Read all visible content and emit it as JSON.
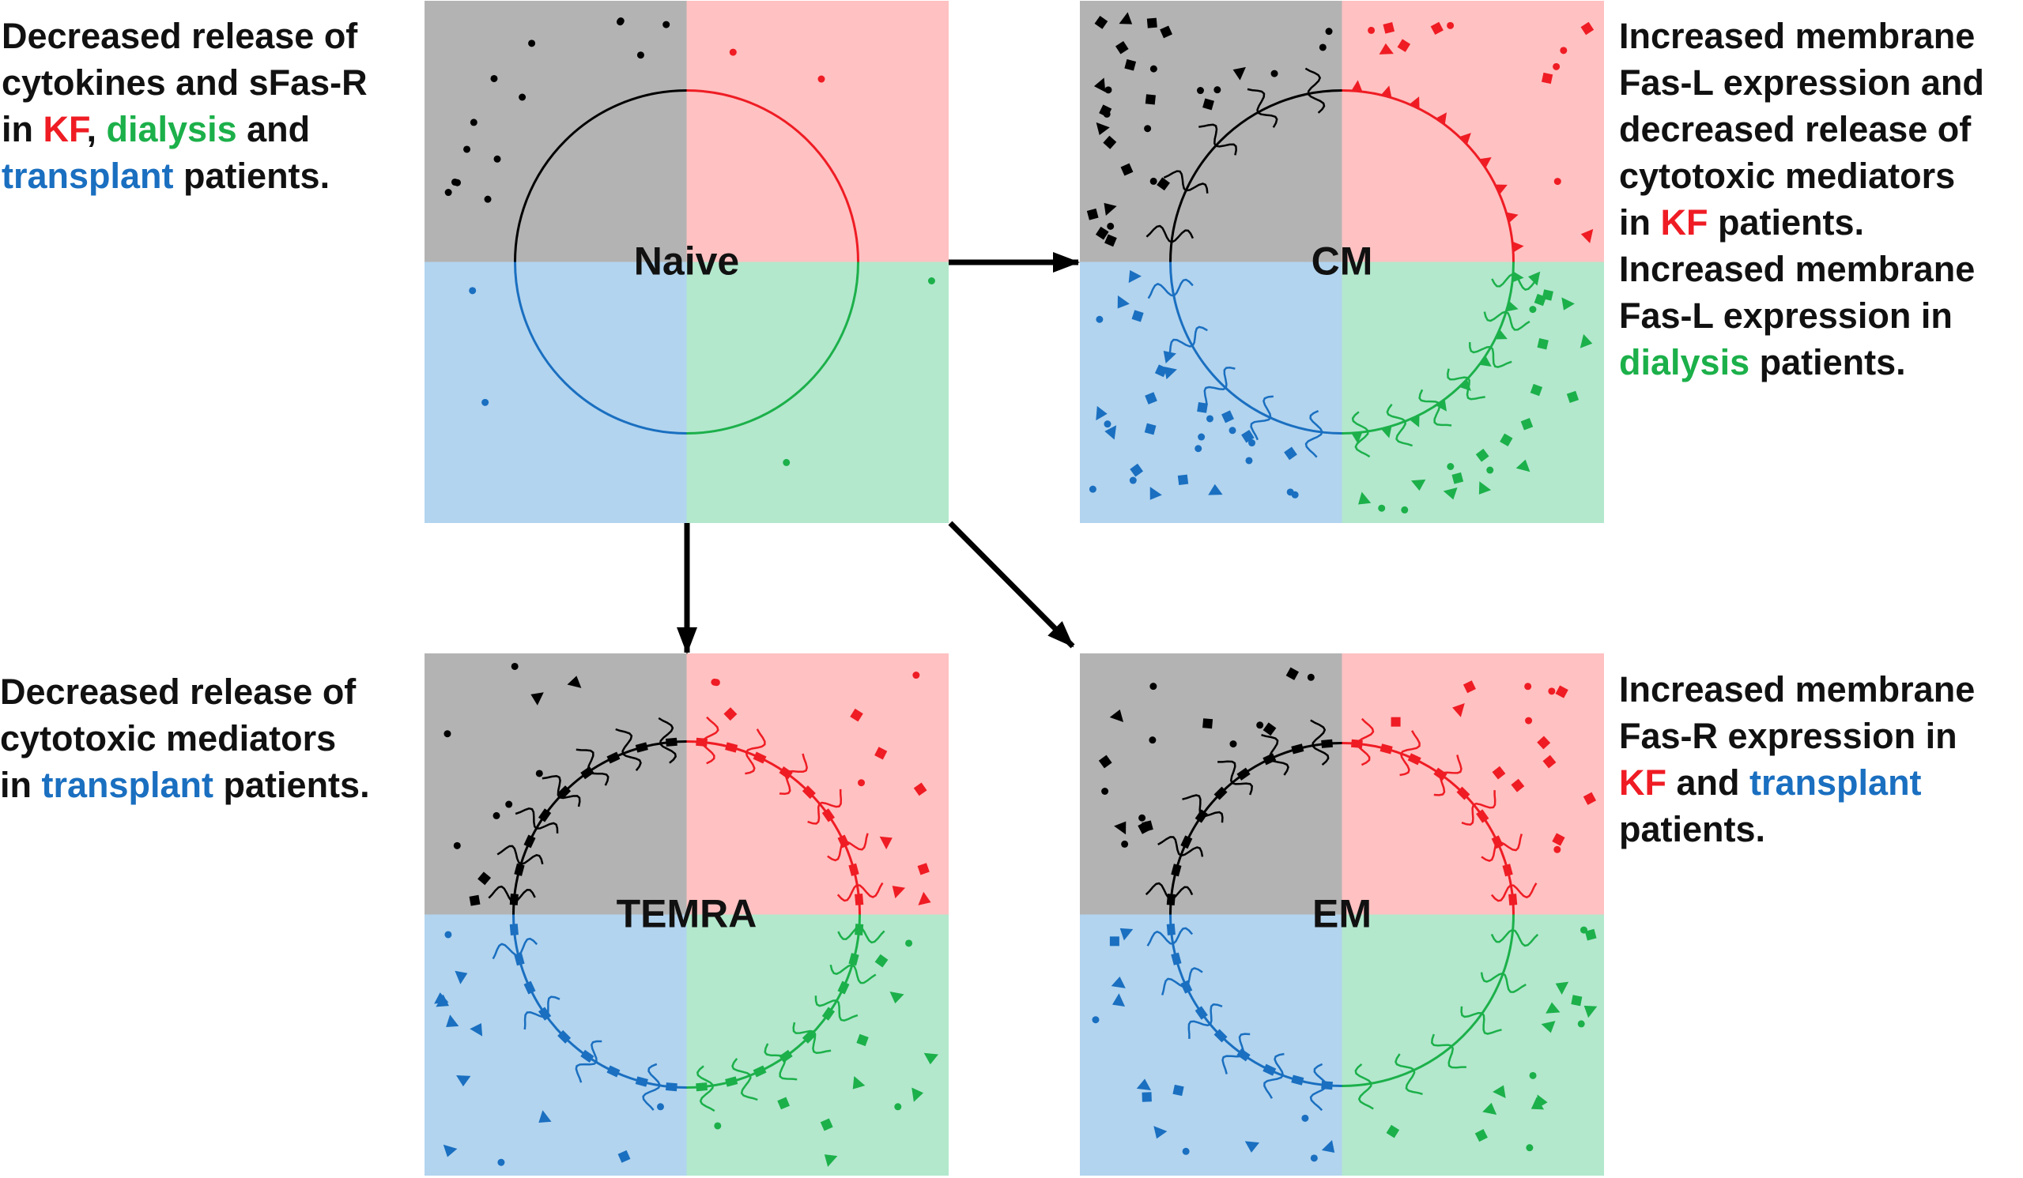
{
  "colors": {
    "gray": "#b3b3b3",
    "red": "#ffc1c1",
    "blue": "#b2d4ef",
    "green": "#b3e8cd",
    "gray_mark": "#000000",
    "red_mark": "#ef1c24",
    "blue_mark": "#1a6fc0",
    "green_mark": "#1cb04a",
    "kf_text": "#ef1c24",
    "dialysis_text": "#1cb04a",
    "transplant_text": "#1a6fc0"
  },
  "cells": {
    "naive": {
      "label": "Naive"
    },
    "cm": {
      "label": "CM"
    },
    "temra": {
      "label": "TEMRA"
    },
    "em": {
      "label": "EM"
    }
  },
  "captions": {
    "naive": {
      "line1": "Decreased release of",
      "line2": "cytokines and sFas-R",
      "line3_pre": "in ",
      "line3_kf": "KF",
      "line3_mid1": ", ",
      "line3_dialysis": "dialysis",
      "line3_post": " and",
      "line4_transplant": "transplant",
      "line4_post": " patients."
    },
    "cm": {
      "line1": "Increased membrane",
      "line2": "Fas-L expression and",
      "line3": "decreased release of",
      "line4": "cytotoxic mediators",
      "line5_pre": "in ",
      "line5_kf": "KF",
      "line5_post": " patients.",
      "line6": "Increased membrane",
      "line7": "Fas-L expression in",
      "line8_dialysis": "dialysis",
      "line8_post": " patients."
    },
    "temra": {
      "line1": "Decreased release of",
      "line2": "cytotoxic mediators",
      "line3_pre": "in ",
      "line3_transplant": "transplant",
      "line3_post": " patients."
    },
    "em": {
      "line1": "Increased membrane",
      "line2": "Fas-R expression in",
      "line3_kf": "KF",
      "line3_mid": " and ",
      "line3_transplant": "transplant",
      "line4": "patients."
    }
  }
}
